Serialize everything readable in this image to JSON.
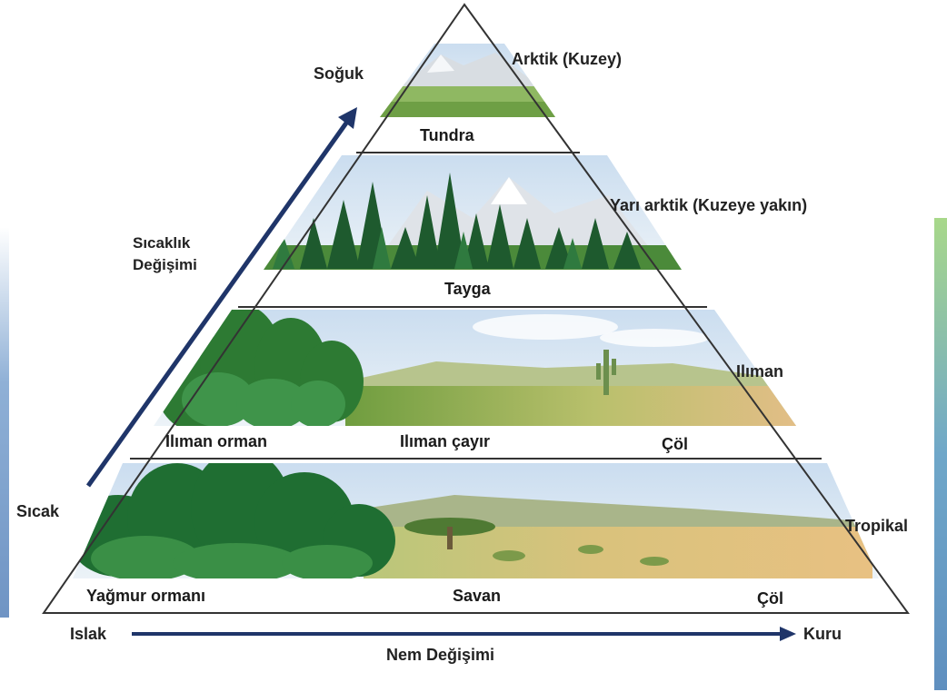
{
  "biomes": {
    "arctic": {
      "zone": "Arktik (Kuzey)",
      "biome": "Tundra"
    },
    "subarctic": {
      "zone": "Yarı arktik (Kuzeye yakın)",
      "biome": "Tayga"
    },
    "temperate": {
      "zone": "Ilıman",
      "biomes": [
        "Ilıman orman",
        "Ilıman çayır",
        "Çöl"
      ]
    },
    "tropical": {
      "zone": "Tropikal",
      "biomes": [
        "Yağmur ormanı",
        "Savan",
        "Çöl"
      ]
    }
  },
  "temperature_axis": {
    "title_line1": "Sıcaklık",
    "title_line2": "Değişimi",
    "cold": "Soğuk",
    "hot": "Sıcak"
  },
  "moisture_axis": {
    "title": "Nem Değişimi",
    "wet": "Islak",
    "dry": "Kuru"
  },
  "colors": {
    "arrow": "#1f3569",
    "sky": "#d7e6f3",
    "forest": "#1f7a3a",
    "sand": "#e4c07f",
    "grass": "#9fbf5a",
    "outline": "#333333"
  }
}
